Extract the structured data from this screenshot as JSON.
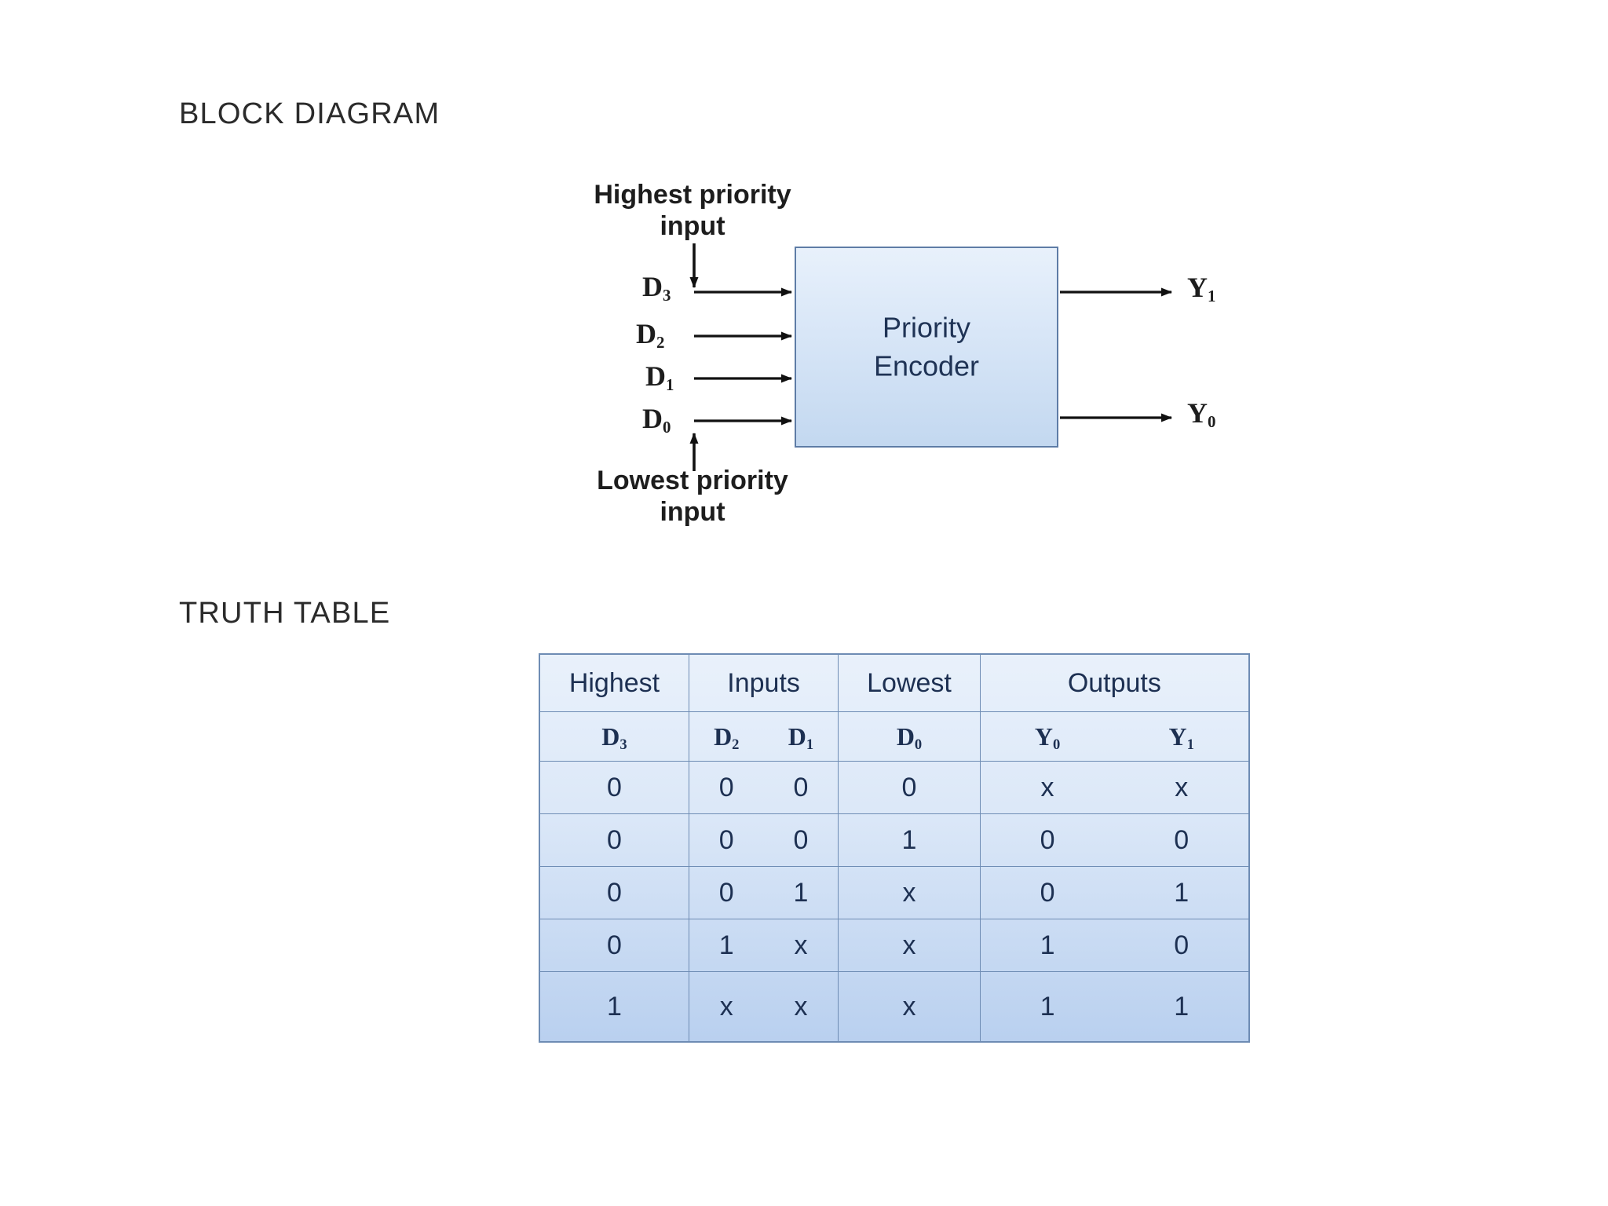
{
  "page": {
    "background": "#ffffff",
    "headings": {
      "block_diagram": "BLOCK DIAGRAM",
      "truth_table": "TRUTH TABLE"
    }
  },
  "block_diagram": {
    "box_label_line1": "Priority",
    "box_label_line2": "Encoder",
    "box_fill_top": "#e8f1fb",
    "box_fill_bottom": "#c3d8f0",
    "box_border": "#5e7ca6",
    "annotations": {
      "highest_line1": "Highest priority",
      "highest_line2": "input",
      "lowest_line1": "Lowest priority",
      "lowest_line2": "input"
    },
    "inputs": [
      {
        "base": "D",
        "sub": "3"
      },
      {
        "base": "D",
        "sub": "2"
      },
      {
        "base": "D",
        "sub": "1"
      },
      {
        "base": "D",
        "sub": "0"
      }
    ],
    "outputs": [
      {
        "base": "Y",
        "sub": "1"
      },
      {
        "base": "Y",
        "sub": "0"
      }
    ]
  },
  "truth_table": {
    "group_headers": [
      "Highest",
      "Inputs",
      "Lowest",
      "Outputs"
    ],
    "sub_headers": {
      "highest": {
        "base": "D",
        "sub": "3"
      },
      "inputs": [
        {
          "base": "D",
          "sub": "2"
        },
        {
          "base": "D",
          "sub": "1"
        }
      ],
      "lowest": {
        "base": "D",
        "sub": "0"
      },
      "outputs": [
        {
          "base": "Y",
          "sub": "0"
        },
        {
          "base": "Y",
          "sub": "1"
        }
      ]
    },
    "rows": [
      {
        "d3": "0",
        "d2": "0",
        "d1": "0",
        "d0": "0",
        "y0": "x",
        "y1": "x"
      },
      {
        "d3": "0",
        "d2": "0",
        "d1": "0",
        "d0": "1",
        "y0": "0",
        "y1": "0"
      },
      {
        "d3": "0",
        "d2": "0",
        "d1": "1",
        "d0": "x",
        "y0": "0",
        "y1": "1"
      },
      {
        "d3": "0",
        "d2": "1",
        "d1": "x",
        "d0": "x",
        "y0": "1",
        "y1": "0"
      },
      {
        "d3": "1",
        "d2": "x",
        "d1": "x",
        "d0": "x",
        "y0": "1",
        "y1": "1"
      }
    ]
  }
}
